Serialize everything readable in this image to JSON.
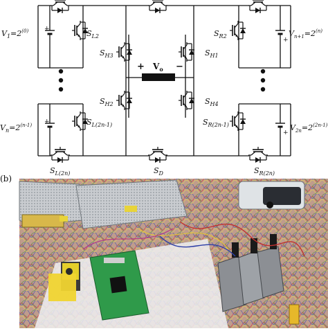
{
  "circuit": {
    "labels": {
      "v1": "V",
      "v1_sub": "1",
      "v1_eq": "=2",
      "v1_exp": "(0)",
      "vn": "V",
      "vn_sub": "n",
      "vn_eq": "=2",
      "vn_exp": "(n-1)",
      "vn1": "V",
      "vn1_sub": "n+1",
      "vn1_eq": "=2",
      "vn1_exp": "(n)",
      "v2n": "V",
      "v2n_sub": "2n",
      "v2n_eq": "=2",
      "v2n_exp": "(2n-1)",
      "sl2": "S",
      "sl2_sub": "L2",
      "sl2n1": "S",
      "sl2n1_sub": "L(2n-1)",
      "sl2n": "S",
      "sl2n_sub": "L(2n)",
      "sr2": "S",
      "sr2_sub": "R2",
      "sr2n1": "S",
      "sr2n1_sub": "R(2n-1)",
      "sr2n": "S",
      "sr2n_sub": "R(2n)",
      "sh1": "S",
      "sh1_sub": "H1",
      "sh2": "S",
      "sh2_sub": "H2",
      "sh3": "S",
      "sh3_sub": "H3",
      "sh4": "S",
      "sh4_sub": "H4",
      "sd": "S",
      "sd_sub": "D",
      "vo": "V",
      "vo_sub": "o",
      "plus": "+",
      "minus": "−",
      "bat_plus": "+"
    }
  },
  "photo": {
    "panel_label": "(b)"
  }
}
